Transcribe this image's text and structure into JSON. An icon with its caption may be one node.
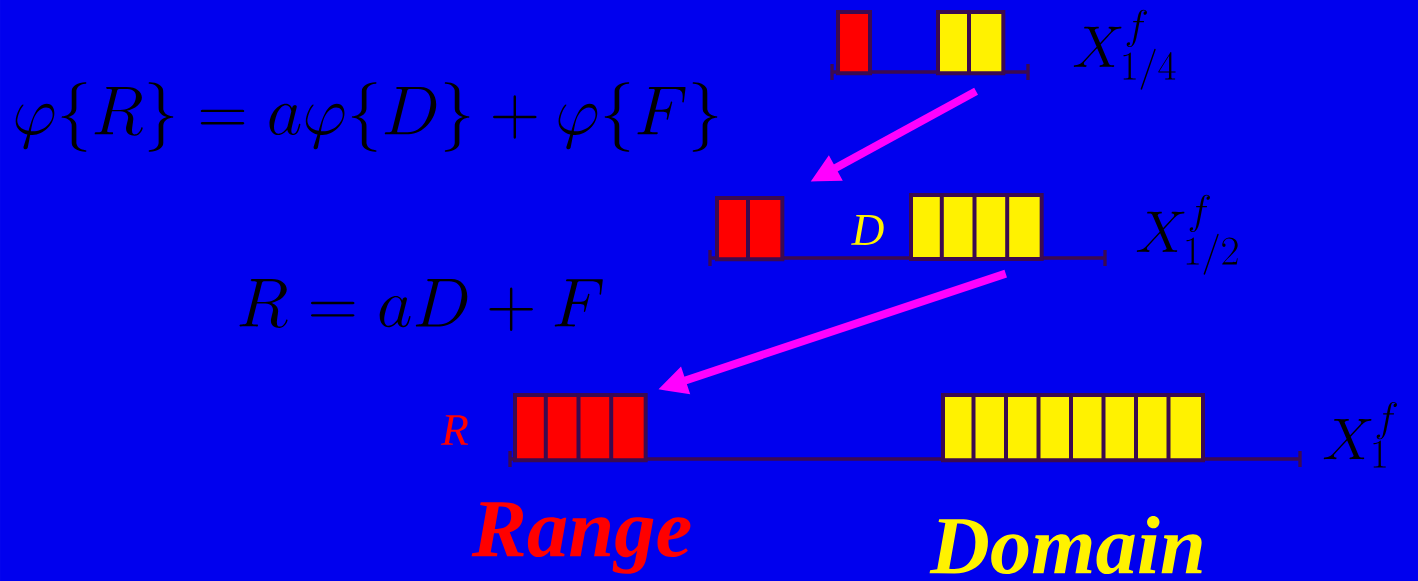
{
  "diagram": {
    "nodes": [
      {
        "text": [],
        "shape": "box"
      },
      {
        "text": [],
        "shape": "box"
      },
      {
        "text": [],
        "shape": "box"
      },
      {
        "text": [],
        "shape": "box",
        "beside": [
          "D"
        ]
      },
      {
        "text": [],
        "shape": "box",
        "beside": [
          "R"
        ]
      },
      {
        "text": [],
        "shape": "box"
      }
    ],
    "edges": [
      {
        "from": 1,
        "to": 2,
        "arrow": "to"
      },
      {
        "from": 3,
        "to": 4,
        "arrow": "to"
      }
    ],
    "labels": [
      "X^{f}_{1/4}",
      "\\varphi\\{R\\} = a\\varphi\\{D\\} + \\varphi\\{F\\}",
      "X^{f}_{1/2}",
      "R = aD + F",
      "X^{f}_{1}",
      "Range",
      "Domain"
    ]
  }
}
